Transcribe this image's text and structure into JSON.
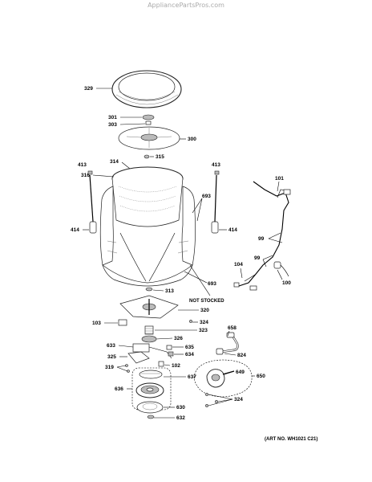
{
  "watermark": "AppliancePartsPros.com",
  "art_number": "(ART NO. WH1021 C21)",
  "note_not_stocked": "NOT STOCKED",
  "callouts": {
    "c329": "329",
    "c301": "301",
    "c303": "303",
    "c300": "300",
    "c314": "314",
    "c315": "315",
    "c316": "316",
    "c413a": "413",
    "c413b": "413",
    "c414a": "414",
    "c414b": "414",
    "c693a": "693",
    "c693b": "693",
    "c313": "313",
    "c101": "101",
    "c99a": "99",
    "c99b": "99",
    "c104": "104",
    "c100": "100",
    "c320": "320",
    "c103": "103",
    "c324a": "324",
    "c323": "323",
    "c326": "326",
    "c635": "635",
    "c633": "633",
    "c634": "634",
    "c325": "325",
    "c102": "102",
    "c319": "319",
    "c637": "637",
    "c636": "636",
    "c630": "630",
    "c632": "632",
    "c658": "658",
    "c824": "824",
    "c649": "649",
    "c650": "650",
    "c324b": "324"
  }
}
